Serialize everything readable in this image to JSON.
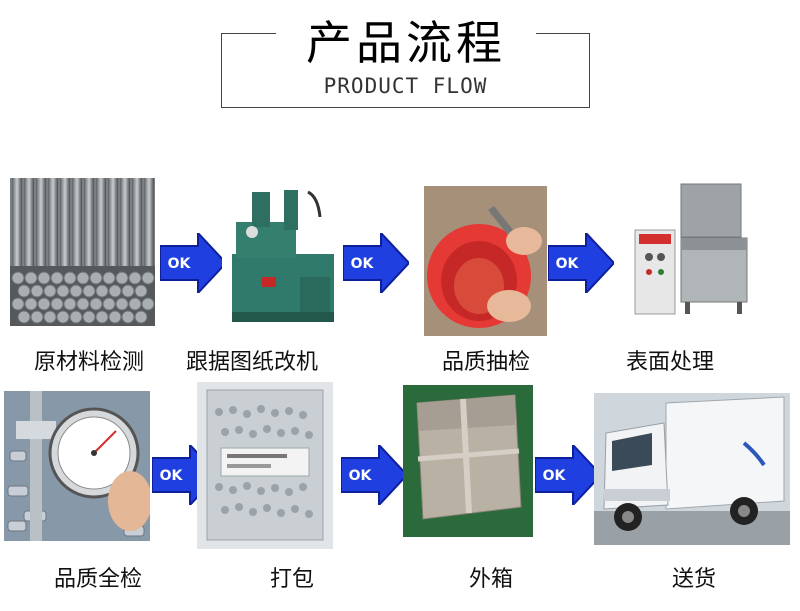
{
  "header": {
    "title": "产品流程",
    "subtitle": "PRODUCT FLOW"
  },
  "arrow_label": "OK",
  "steps": [
    {
      "label": "原材料检测"
    },
    {
      "label": "跟据图纸改机"
    },
    {
      "label": "品质抽检"
    },
    {
      "label": "表面处理"
    },
    {
      "label": "品质全检"
    },
    {
      "label": "打包"
    },
    {
      "label": "外箱"
    },
    {
      "label": "送货"
    }
  ],
  "colors": {
    "arrow_blue": "#1f3fe0",
    "arrow_blue_dark": "#0d1f9a"
  }
}
